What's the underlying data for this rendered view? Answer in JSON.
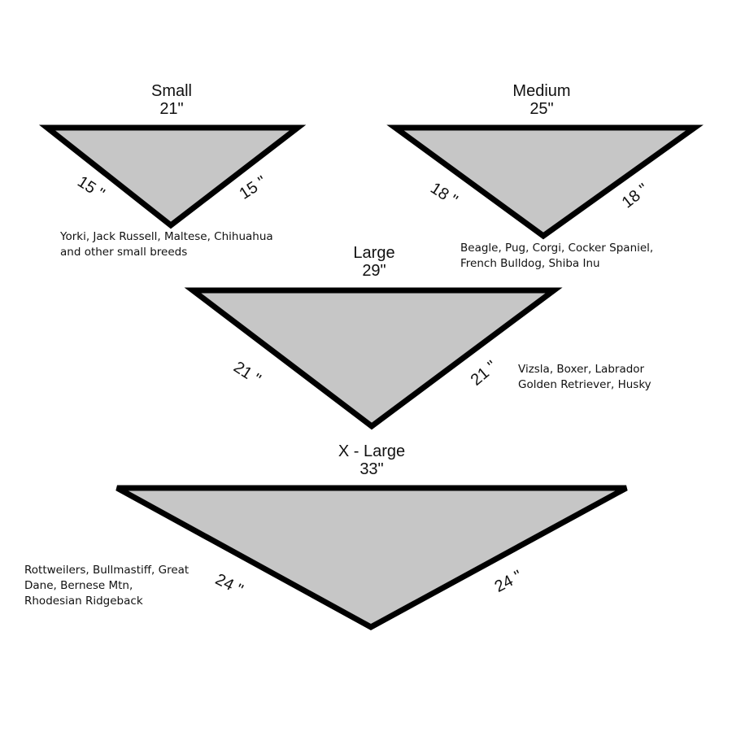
{
  "sizes": [
    {
      "name": "Small",
      "width": "21\"",
      "side_left": "15 \"",
      "side_right": "15 \"",
      "breeds": [
        "Yorki, Jack Russell, Maltese, Chihuahua",
        "and other small breeds"
      ]
    },
    {
      "name": "Medium",
      "width": "25\"",
      "side_left": "18 \"",
      "side_right": "18 \"",
      "breeds": [
        "Beagle, Pug, Corgi, Cocker Spaniel,",
        "French Bulldog, Shiba Inu"
      ]
    },
    {
      "name": "Large",
      "width": "29\"",
      "side_left": "21 \"",
      "side_right": "21 \"",
      "breeds": [
        "Vizsla, Boxer, Labrador",
        "Golden Retriever, Husky"
      ]
    },
    {
      "name": "X - Large",
      "width": "33\"",
      "side_left": "24 \"",
      "side_right": "24 \"",
      "breeds": [
        "Rottweilers, Bullmastiff, Great",
        "Dane, Bernese Mtn,",
        "Rhodesian Ridgeback"
      ]
    }
  ],
  "colors": {
    "fill": "#c6c6c6",
    "stroke": "#000000"
  }
}
